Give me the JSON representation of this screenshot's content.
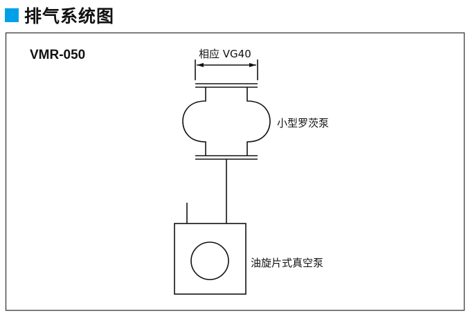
{
  "title": "排气系统图",
  "accent_color": "#00a0e9",
  "model": "VMR-050",
  "dimension_label": "相应 VG40",
  "components": {
    "roots_pump": "小型罗茨泵",
    "rotary_vane_pump": "油旋片式真空泵"
  }
}
